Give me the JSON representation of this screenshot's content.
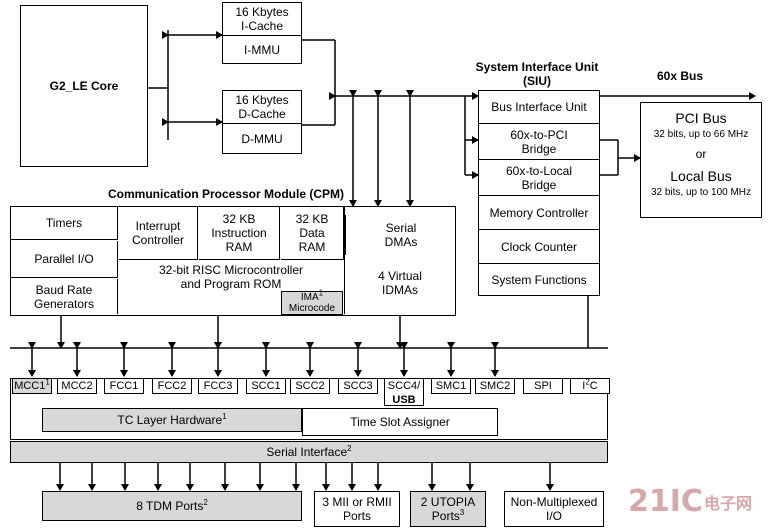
{
  "core": {
    "label": "G2_LE Core"
  },
  "icache": {
    "line1": "16 Kbytes",
    "line2": "I-Cache",
    "mmu": "I-MMU"
  },
  "dcache": {
    "line1": "16 Kbytes",
    "line2": "D-Cache",
    "mmu": "D-MMU"
  },
  "siu": {
    "title_line1": "System Interface Unit",
    "title_line2": "(SIU)",
    "bus_label": "60x Bus",
    "blocks": [
      "Bus Interface Unit",
      "60x-to-PCI Bridge",
      "60x-to-Local Bridge",
      "Memory Controller",
      "Clock Counter",
      "System Functions"
    ],
    "bridge_pci_l1": "60x-to-PCI",
    "bridge_pci_l2": "Bridge",
    "bridge_local_l1": "60x-to-Local",
    "bridge_local_l2": "Bridge"
  },
  "external_bus": {
    "pci_title": "PCI Bus",
    "pci_desc": "32 bits, up to 66 MHz",
    "or": "or",
    "local_title": "Local Bus",
    "local_desc": "32 bits, up to 100 MHz"
  },
  "cpm": {
    "title": "Communication Processor Module (CPM)",
    "timers": "Timers",
    "parallel_io": "Parallel I/O",
    "baud_l1": "Baud Rate",
    "baud_l2": "Generators",
    "interrupt_l1": "Interrupt",
    "interrupt_l2": "Controller",
    "kb_instr_l1": "32 KB",
    "kb_instr_l2": "Instruction",
    "kb_instr_l3": "RAM",
    "kb_data_l1": "32 KB",
    "kb_data_l2": "Data",
    "kb_data_l3": "RAM",
    "risc_l1": "32-bit RISC Microcontroller",
    "risc_l2": "and Program ROM",
    "ima_l1": "IMA",
    "ima_sup": "1",
    "ima_l2": "Microcode",
    "serial_dma_l1": "Serial",
    "serial_dma_l2": "DMAs",
    "idma_l1": "4 Virtual",
    "idma_l2": "IDMAs"
  },
  "controllers": [
    {
      "label": "MCC1",
      "sup": "1"
    },
    {
      "label": "MCC2",
      "sup": ""
    },
    {
      "label": "FCC1",
      "sup": ""
    },
    {
      "label": "FCC2",
      "sup": ""
    },
    {
      "label": "FCC3",
      "sup": ""
    },
    {
      "label": "SCC1",
      "sup": ""
    },
    {
      "label": "SCC2",
      "sup": ""
    },
    {
      "label": "SCC3",
      "sup": ""
    },
    {
      "label": "SCC4/",
      "sup": "",
      "sub": "USB"
    },
    {
      "label": "SMC1",
      "sup": ""
    },
    {
      "label": "SMC2",
      "sup": ""
    },
    {
      "label": "SPI",
      "sup": ""
    },
    {
      "label": "I",
      "sup": "2",
      "tail": "C"
    }
  ],
  "tc_layer": {
    "label": "TC Layer Hardware",
    "sup": "1"
  },
  "tsa": {
    "label": "Time Slot Assigner"
  },
  "serial_interface": {
    "label": "Serial Interface",
    "sup": "2"
  },
  "ports": {
    "tdm": {
      "label": "8 TDM Ports",
      "sup": "2"
    },
    "mii_l1": "3 MII or RMII",
    "mii_l2": "Ports",
    "utopia_l1": "2 UTOPIA",
    "utopia_l2": "Ports",
    "utopia_sup": "3",
    "nonmux_l1": "Non-Multiplexed",
    "nonmux_l2": "I/O"
  },
  "watermark": {
    "brand": "21IC",
    "cn": "电子网"
  },
  "colors": {
    "gray_fill": "#d8d8d8",
    "line": "#000000",
    "watermark": "#d7a8a8"
  }
}
